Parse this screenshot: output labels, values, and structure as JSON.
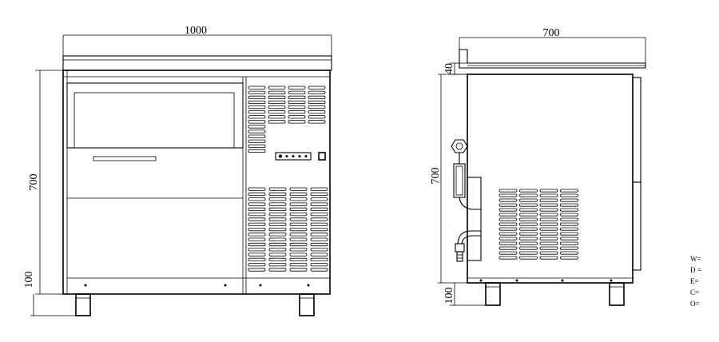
{
  "front_view": {
    "width_label": "1000",
    "height_label": "700",
    "legs_label": "100"
  },
  "side_view": {
    "width_label": "700",
    "top_label": "40",
    "height_label": "700",
    "legs_label": "100"
  },
  "legend": {
    "items": [
      "W=",
      "D =",
      "E=",
      "C=",
      "O="
    ]
  }
}
